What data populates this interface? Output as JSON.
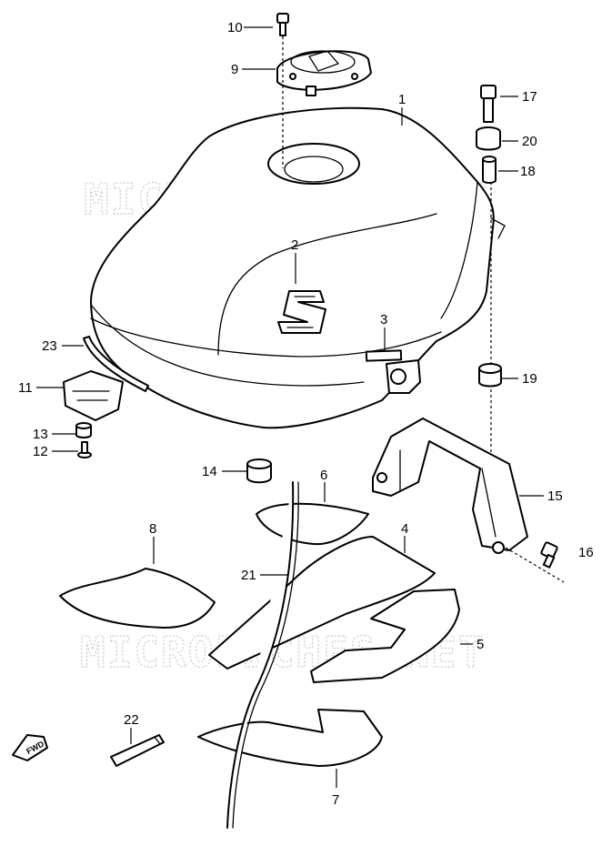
{
  "watermark": "MICROFICHES.NET",
  "direction_label": "FWD",
  "callouts": [
    "1",
    "2",
    "3",
    "4",
    "5",
    "6",
    "7",
    "8",
    "9",
    "10",
    "11",
    "12",
    "13",
    "14",
    "15",
    "16",
    "17",
    "18",
    "19",
    "20",
    "21",
    "22",
    "23"
  ]
}
